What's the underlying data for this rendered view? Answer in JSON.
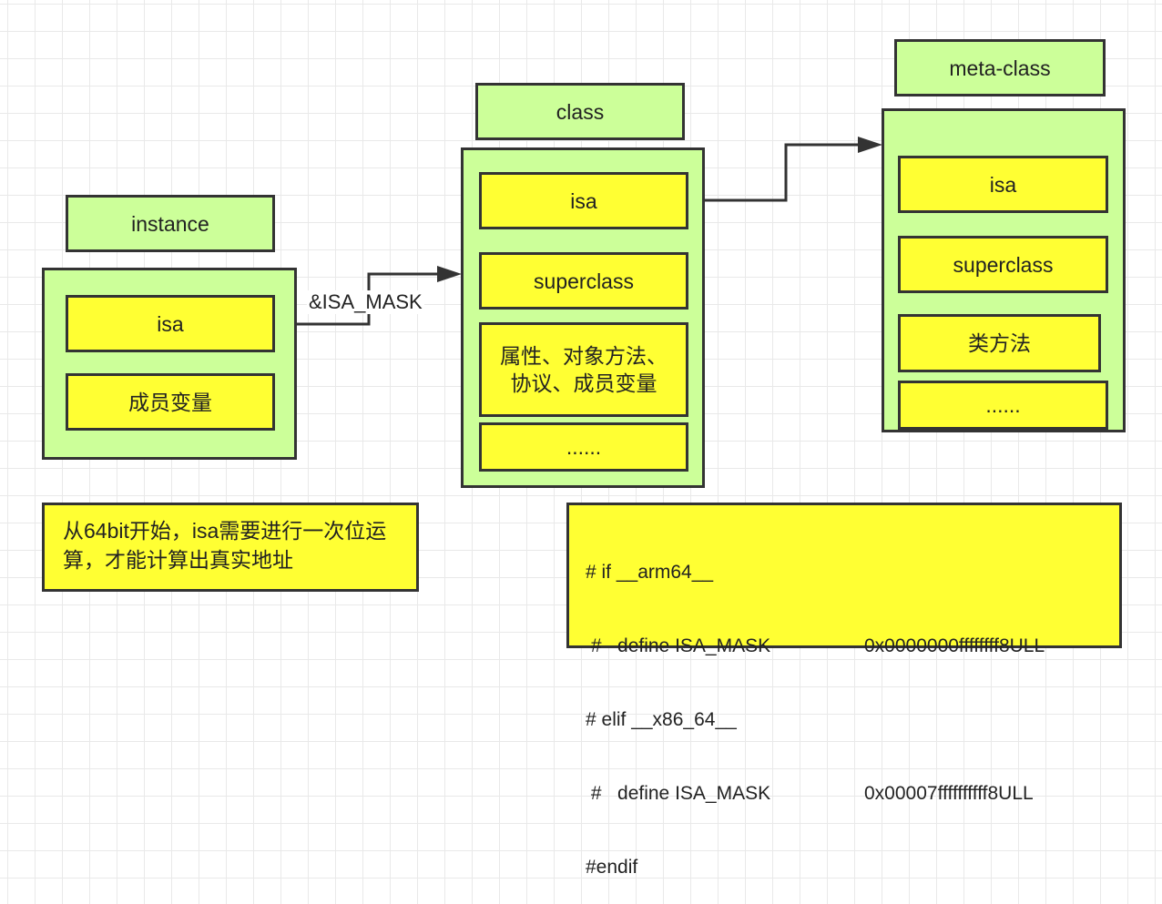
{
  "instance": {
    "title": "instance",
    "fields": [
      "isa",
      "成员变量"
    ]
  },
  "class": {
    "title": "class",
    "fields": [
      "isa",
      "superclass",
      "属性、对象方法、协议、成员变量",
      "......"
    ]
  },
  "meta_class": {
    "title": "meta-class",
    "fields": [
      "isa",
      "superclass",
      "类方法",
      "......"
    ]
  },
  "edges": {
    "instance_to_class_label": "&ISA_MASK"
  },
  "note": {
    "text": "从64bit开始，isa需要进行一次位运算，才能计算出真实地址"
  },
  "code": {
    "lines": [
      {
        "text": "# if __arm64__",
        "value": ""
      },
      {
        "text": " #   define ISA_MASK",
        "value": "0x0000000ffffffff8ULL"
      },
      {
        "text": "# elif __x86_64__",
        "value": ""
      },
      {
        "text": " #   define ISA_MASK",
        "value": "0x00007ffffffffff8ULL"
      },
      {
        "text": "#endif",
        "value": ""
      }
    ]
  },
  "colors": {
    "header_green": "#ccff99",
    "field_yellow": "#ffff33",
    "stroke": "#333333"
  }
}
